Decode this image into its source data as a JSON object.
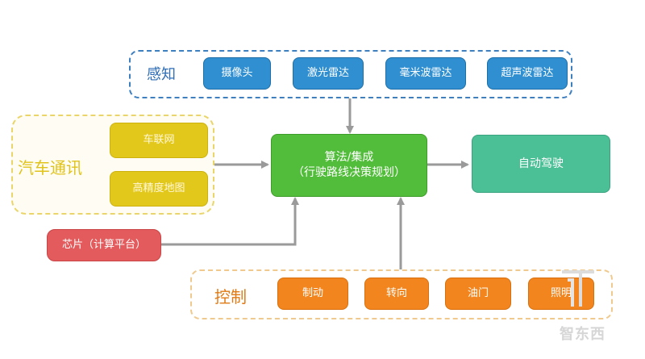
{
  "groups": {
    "sensing": {
      "label": "感知",
      "items": [
        "摄像头",
        "激光雷达",
        "毫米波雷达",
        "超声波雷达"
      ]
    },
    "comm": {
      "label": "汽车通讯",
      "items": [
        "车联网",
        "高精度地图"
      ]
    },
    "control": {
      "label": "控制",
      "items": [
        "制动",
        "转向",
        "油门",
        "照明"
      ]
    }
  },
  "nodes": {
    "algorithm": {
      "line1": "算法/集成",
      "line2": "（行驶路线决策规划）"
    },
    "autodrive": "自动驾驶",
    "chip": "芯片（计算平台）"
  },
  "colors": {
    "sensing": "#2f8fd1",
    "comm": "#e3c81c",
    "control": "#f2851d",
    "algorithm": "#52bd3a",
    "autodrive": "#4bbf96",
    "chip": "#e35b5c",
    "arrow": "#9a9a9a"
  },
  "watermark": "智东西",
  "watermark_icon": "logo-icon"
}
